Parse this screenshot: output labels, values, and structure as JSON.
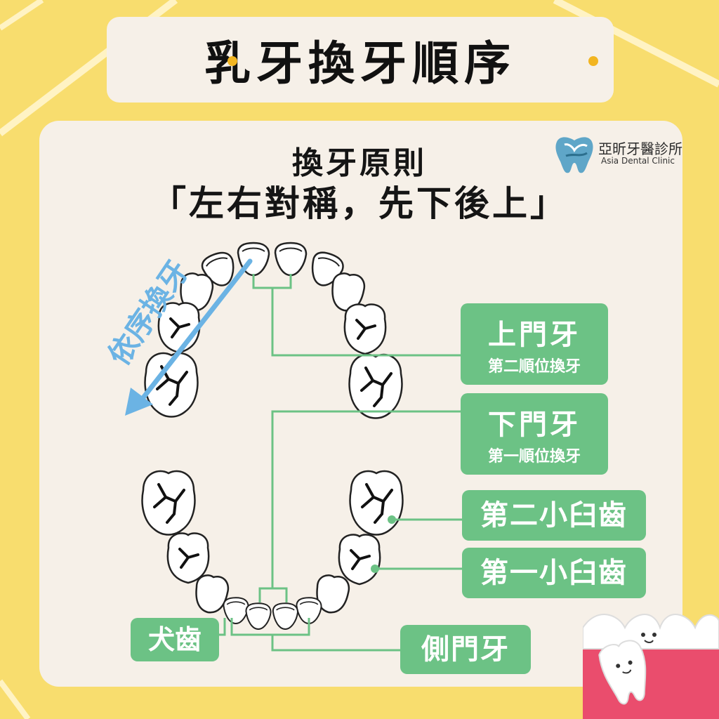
{
  "title": "乳牙換牙順序",
  "principle": {
    "heading": "換牙原則",
    "rule": "「左右對稱，先下後上」"
  },
  "logo": {
    "name": "亞昕牙醫診所",
    "subtitle": "Asia Dental Clinic"
  },
  "arrow_label": "依序換牙",
  "labels": {
    "upper_incisor": {
      "name": "上門牙",
      "order": "第二順位換牙"
    },
    "lower_incisor": {
      "name": "下門牙",
      "order": "第一順位換牙"
    },
    "second_premolar": "第二小臼齒",
    "first_premolar": "第一小臼齒",
    "canine": "犬齒",
    "lateral_incisor": "側門牙"
  },
  "colors": {
    "background": "#f8dd6e",
    "card": "#f6f0e8",
    "accent_green": "#6cc285",
    "arrow_blue": "#6bb3e4",
    "title_dot": "#f2b521",
    "gum_pink": "#ea4d6d"
  }
}
